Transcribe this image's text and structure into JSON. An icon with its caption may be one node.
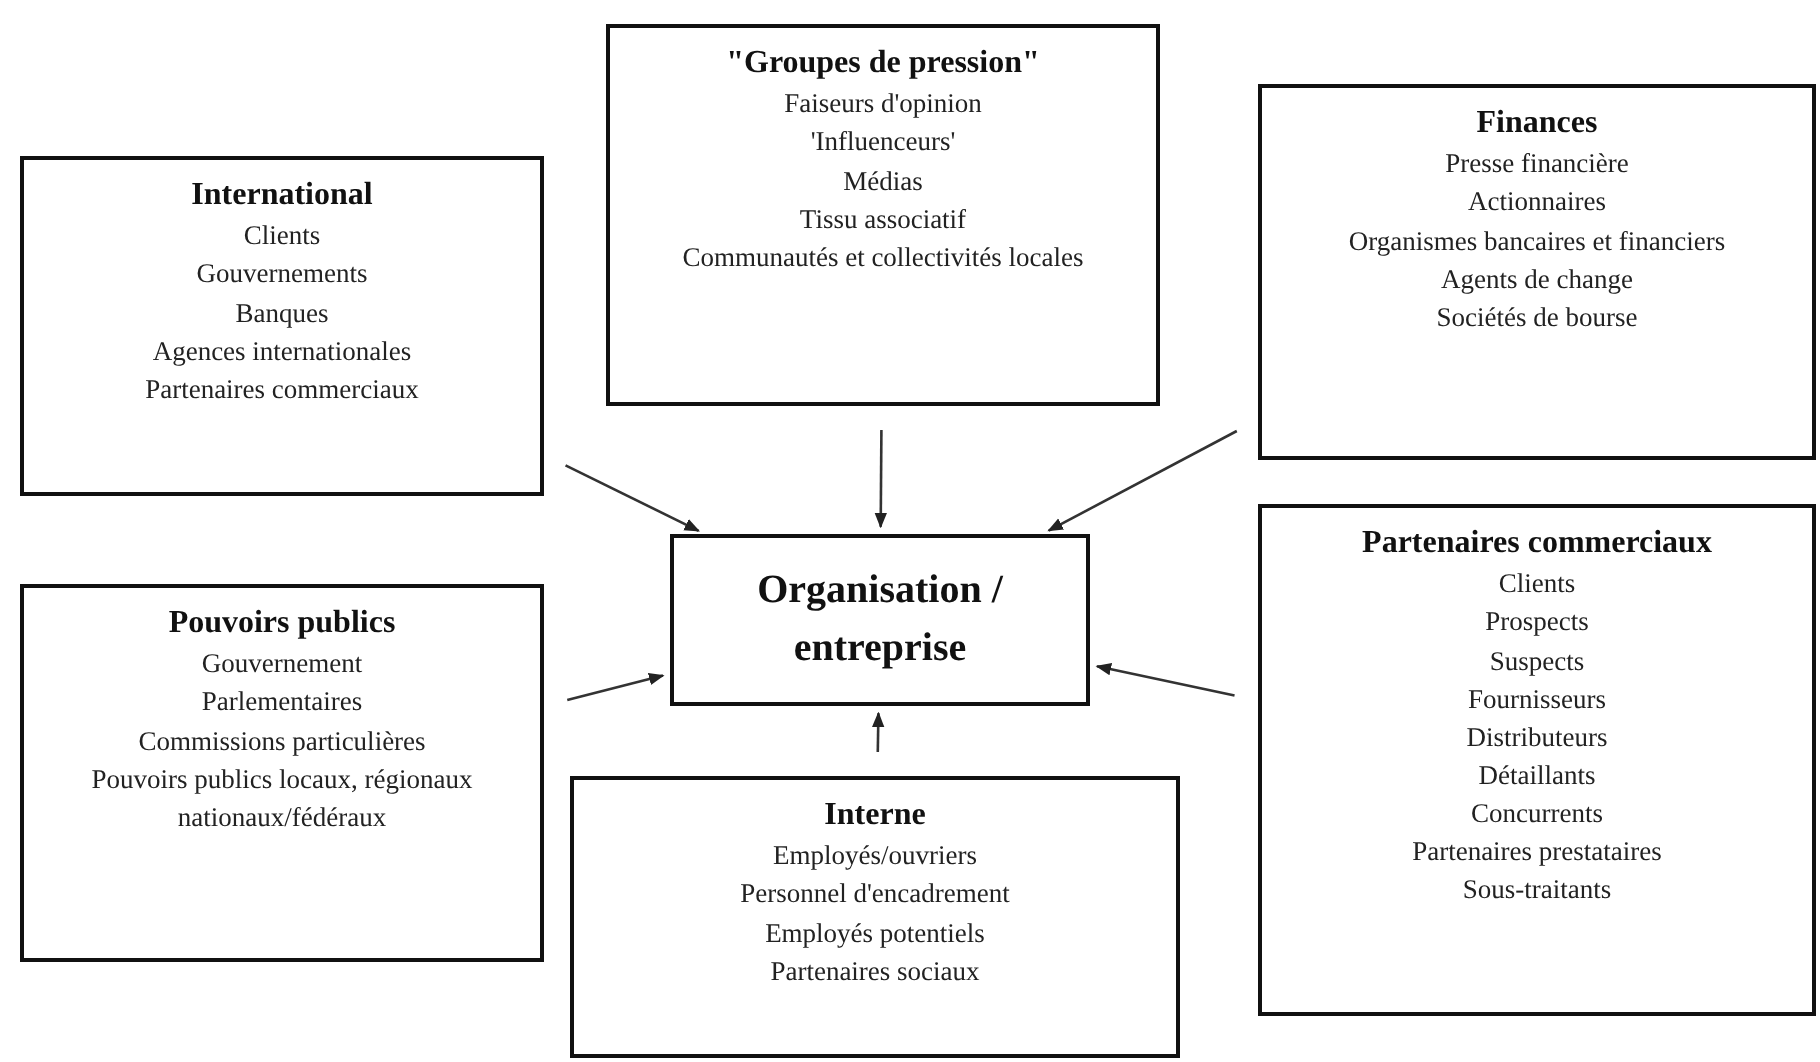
{
  "diagram": {
    "nodes": [
      {
        "text": [
          "\"Groupes de pression\"",
          "Faiseurs d'opinion",
          "'Influenceurs'",
          "Médias",
          "Tissu associatif",
          "Communautés et collectivités locales"
        ]
      },
      {
        "text": [
          "International",
          "Clients",
          "Gouvernements",
          "Banques",
          "Agences internationales",
          "Partenaires commerciaux"
        ]
      },
      {
        "text": [
          "Finances",
          "Presse financière",
          "Actionnaires",
          "Organismes bancaires et financiers",
          "Agents de change",
          "Sociétés de bourse"
        ]
      },
      {
        "text": [
          "Organisation / entreprise"
        ]
      },
      {
        "text": [
          "Pouvoirs publics",
          "Gouvernement",
          "Parlementaires",
          "Commissions particulières",
          "Pouvoirs publics locaux, régionaux nationaux/fédéraux"
        ]
      },
      {
        "text": [
          "Partenaires commerciaux",
          "Clients",
          "Prospects",
          "Suspects",
          "Fournisseurs",
          "Distributeurs",
          "Détaillants",
          "Concurrents",
          "Partenaires prestataires",
          "Sous-traitants"
        ]
      },
      {
        "text": [
          "Interne",
          "Employés/ouvriers",
          "Personnel d'encadrement",
          "Employés potentiels",
          "Partenaires sociaux"
        ]
      }
    ],
    "edges": [
      {
        "from": 0,
        "to": 3,
        "arrow": "to"
      },
      {
        "from": 1,
        "to": 3,
        "arrow": "to"
      },
      {
        "from": 2,
        "to": 3,
        "arrow": "to"
      },
      {
        "from": 4,
        "to": 3,
        "arrow": "to"
      },
      {
        "from": 5,
        "to": 3,
        "arrow": "to"
      },
      {
        "from": 6,
        "to": 3,
        "arrow": "to"
      }
    ]
  }
}
